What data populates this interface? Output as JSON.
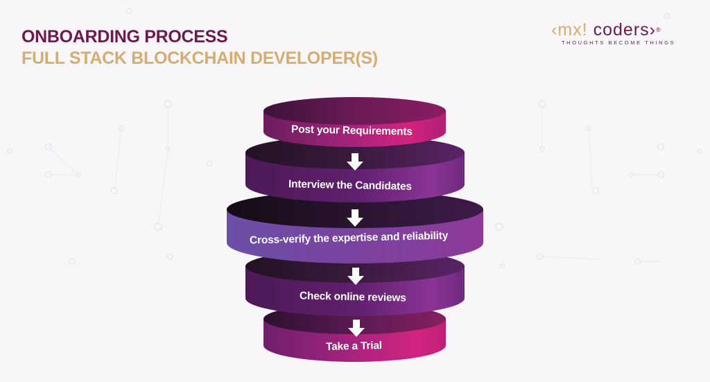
{
  "header": {
    "title": "ONBOARDING PROCESS",
    "subtitle": "FULL STACK BLOCKCHAIN DEVELOPER(S)"
  },
  "logo": {
    "open_bracket": "‹",
    "part1": "mx!",
    "part2": "coders",
    "close_bracket": "›",
    "registered": "®",
    "tagline": "THOUGHTS BECOME THINGS"
  },
  "colors": {
    "title": "#6a1a4c",
    "subtitle": "#d4ad72",
    "background": "#f8f6f9",
    "magenta": "#c9237f",
    "violet": "#6a4fa8",
    "deep_purple": "#4a1650"
  },
  "steps": [
    {
      "label": "Post your Requirements",
      "icon": "none"
    },
    {
      "label": "Interview the Candidates",
      "icon": "arrow-down-icon"
    },
    {
      "label": "Cross-verify the expertise and reliability",
      "icon": "arrow-down-icon"
    },
    {
      "label": "Check online reviews",
      "icon": "arrow-down-icon"
    },
    {
      "label": "Take a Trial",
      "icon": "arrow-down-icon"
    }
  ]
}
